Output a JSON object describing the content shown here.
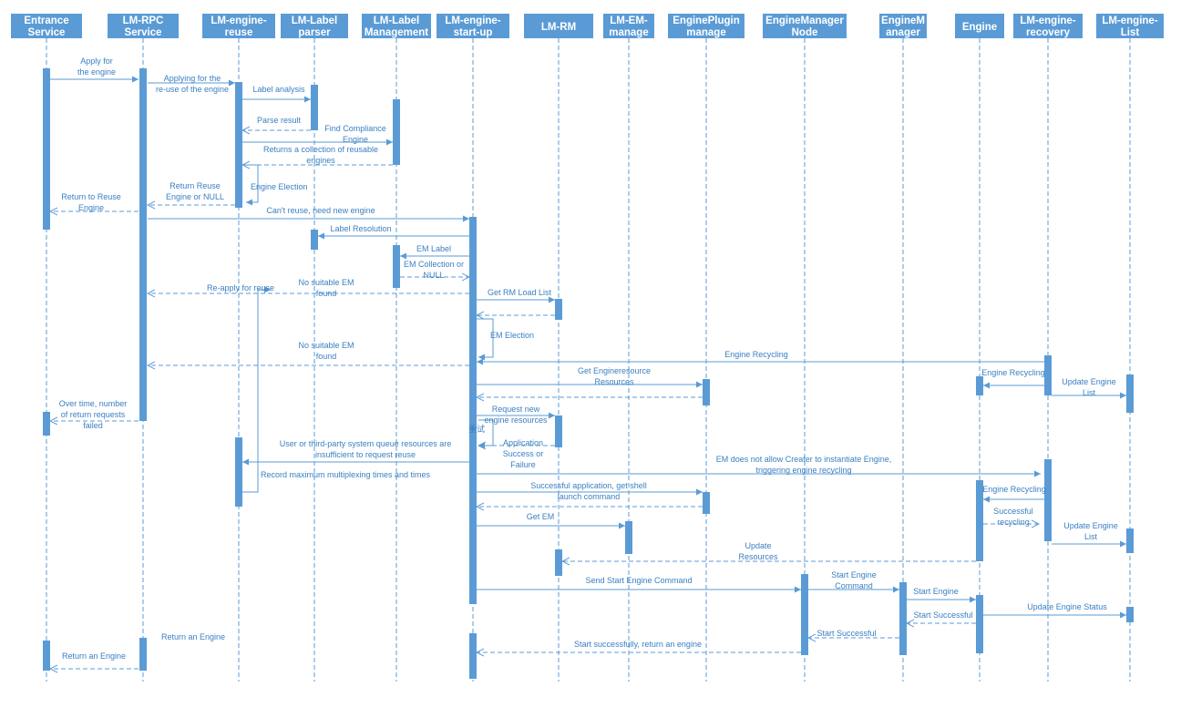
{
  "participants": [
    {
      "id": "entrance",
      "lines": [
        "Entrance",
        "Service"
      ]
    },
    {
      "id": "rpc",
      "lines": [
        "LM-RPC",
        "Service"
      ]
    },
    {
      "id": "reuse",
      "lines": [
        "LM-engine-",
        "reuse"
      ]
    },
    {
      "id": "label_parser",
      "lines": [
        "LM-Label",
        "parser"
      ]
    },
    {
      "id": "label_mgmt",
      "lines": [
        "LM-Label",
        "Management"
      ]
    },
    {
      "id": "startup",
      "lines": [
        "LM-engine-",
        "start-up"
      ]
    },
    {
      "id": "rm",
      "lines": [
        "LM-RM"
      ]
    },
    {
      "id": "em_manage",
      "lines": [
        "LM-EM-",
        "manage"
      ]
    },
    {
      "id": "plugin",
      "lines": [
        "EnginePlugin",
        "manage"
      ]
    },
    {
      "id": "em_node",
      "lines": [
        "EngineManager",
        "Node"
      ]
    },
    {
      "id": "em",
      "lines": [
        "EngineM",
        "anager"
      ]
    },
    {
      "id": "engine",
      "lines": [
        "Engine"
      ]
    },
    {
      "id": "recovery",
      "lines": [
        "LM-engine-",
        "recovery"
      ]
    },
    {
      "id": "list",
      "lines": [
        "LM-engine-",
        "List"
      ]
    }
  ],
  "messages": [
    {
      "lines": [
        "Apply for",
        "the engine"
      ]
    },
    {
      "lines": [
        "Applying for the",
        "re-use of the engine"
      ]
    },
    {
      "lines": [
        "Label analysis"
      ]
    },
    {
      "lines": [
        "Parse result"
      ]
    },
    {
      "lines": [
        "Find Compliance",
        "Engine"
      ]
    },
    {
      "lines": [
        "Returns a collection of reusable",
        "engines"
      ]
    },
    {
      "lines": [
        "Engine Election"
      ]
    },
    {
      "lines": [
        "Return Reuse",
        "Engine or NULL"
      ]
    },
    {
      "lines": [
        "Return to Reuse",
        "Engine"
      ]
    },
    {
      "lines": [
        "Can't reuse, need new engine"
      ]
    },
    {
      "lines": [
        "Label Resolution"
      ]
    },
    {
      "lines": [
        "EM Label"
      ]
    },
    {
      "lines": [
        "EM Collection or",
        "NULL"
      ]
    },
    {
      "lines": [
        "Re-apply for reuse"
      ]
    },
    {
      "lines": [
        "No suitable EM",
        "found"
      ]
    },
    {
      "lines": [
        "Get RM Load List"
      ]
    },
    {
      "lines": [
        "EM Election"
      ]
    },
    {
      "lines": [
        "No suitable EM",
        "found"
      ]
    },
    {
      "lines": [
        "Engine Recycling"
      ]
    },
    {
      "lines": [
        "Get Engineresource",
        "Resources"
      ]
    },
    {
      "lines": [
        "Engine Recycling"
      ]
    },
    {
      "lines": [
        "Update Engine",
        "List"
      ]
    },
    {
      "lines": [
        "Over time, number",
        "of return requests",
        "failed"
      ]
    },
    {
      "lines": [
        "Request new",
        "engine resources"
      ]
    },
    {
      "lines": [
        "重试"
      ]
    },
    {
      "lines": [
        "Application"
      ]
    },
    {
      "lines": [
        "Success or",
        "Failure"
      ]
    },
    {
      "lines": [
        "User or third-party system queue resources are",
        "insufficient to request reuse"
      ]
    },
    {
      "lines": [
        "Record maximum multiplexing times and times"
      ]
    },
    {
      "lines": [
        "EM does not allow Creater to instantiate Engine,",
        "triggering engine recycling"
      ]
    },
    {
      "lines": [
        "Successful application, get shell",
        "launch command"
      ]
    },
    {
      "lines": [
        "Engine Recycling"
      ]
    },
    {
      "lines": [
        "Successful",
        "recycling"
      ]
    },
    {
      "lines": [
        "Get EM"
      ]
    },
    {
      "lines": [
        "Update Engine",
        "List"
      ]
    },
    {
      "lines": [
        "Update",
        "Resources"
      ]
    },
    {
      "lines": [
        "Send Start Engine Command"
      ]
    },
    {
      "lines": [
        "Start Engine",
        "Command"
      ]
    },
    {
      "lines": [
        "Start Engine"
      ]
    },
    {
      "lines": [
        "Update Engine Status"
      ]
    },
    {
      "lines": [
        "Start Successful"
      ]
    },
    {
      "lines": [
        "Start Successful"
      ]
    },
    {
      "lines": [
        "Return  an Engine"
      ]
    },
    {
      "lines": [
        "Start successfully, return an engine"
      ]
    },
    {
      "lines": [
        "Return an Engine"
      ]
    }
  ],
  "colors": {
    "header_fill": "#5b9bd5",
    "header_text": "#ffffff",
    "lifeline": "#5b9bd5",
    "activation": "#5b9bd5",
    "arrow": "#5b9bd5",
    "text": "#3a7fc1"
  }
}
